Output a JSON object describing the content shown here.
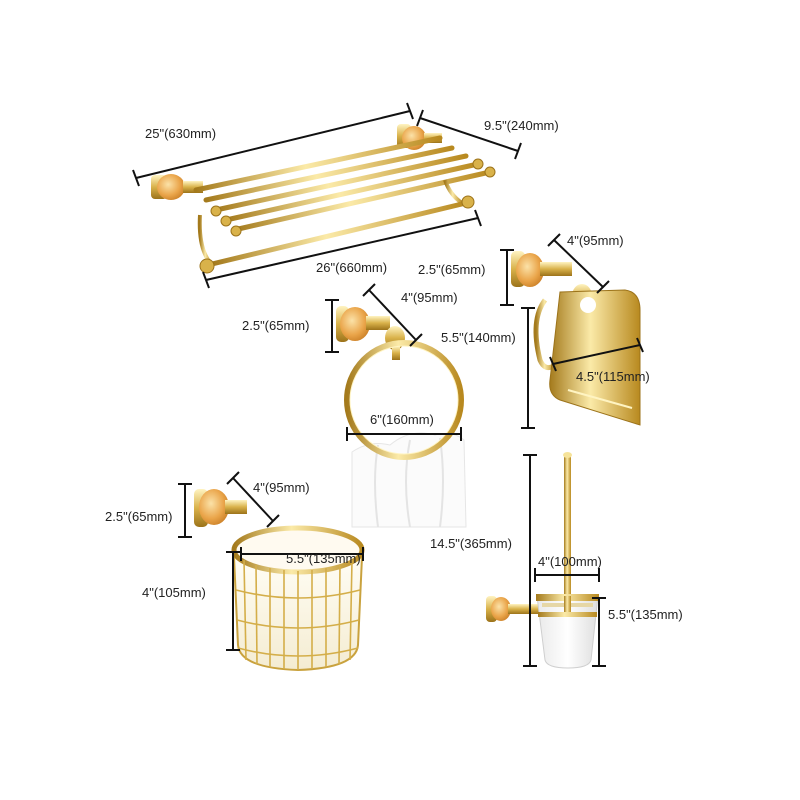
{
  "colors": {
    "gold_light": "#f6e39a",
    "gold": "#d9b24a",
    "gold_dark": "#a47a1c",
    "jade": "#e8a446",
    "jade_light": "#f7d08a",
    "dimension_line": "#111111",
    "background": "#ffffff"
  },
  "items": {
    "towel_rack": {
      "width_label": "25\"(630mm)",
      "depth_label": "9.5\"(240mm)",
      "bar_label": "26\"(660mm)"
    },
    "paper_holder": {
      "depth_label": "4\"(95mm)",
      "base_label": "2.5\"(65mm)",
      "height_label": "5.5\"(140mm)",
      "width_label": "4.5\"(115mm)"
    },
    "towel_ring": {
      "depth_label": "4\"(95mm)",
      "base_label": "2.5\"(65mm)",
      "diameter_label": "6\"(160mm)"
    },
    "basket": {
      "depth_label": "4\"(95mm)",
      "base_label": "2.5\"(65mm)",
      "diameter_label": "5.5\"(135mm)",
      "height_label": "4\"(105mm)"
    },
    "toilet_brush": {
      "height_label": "14.5\"(365mm)",
      "width_label": "4\"(100mm)",
      "cup_height_label": "5.5\"(135mm)"
    }
  }
}
